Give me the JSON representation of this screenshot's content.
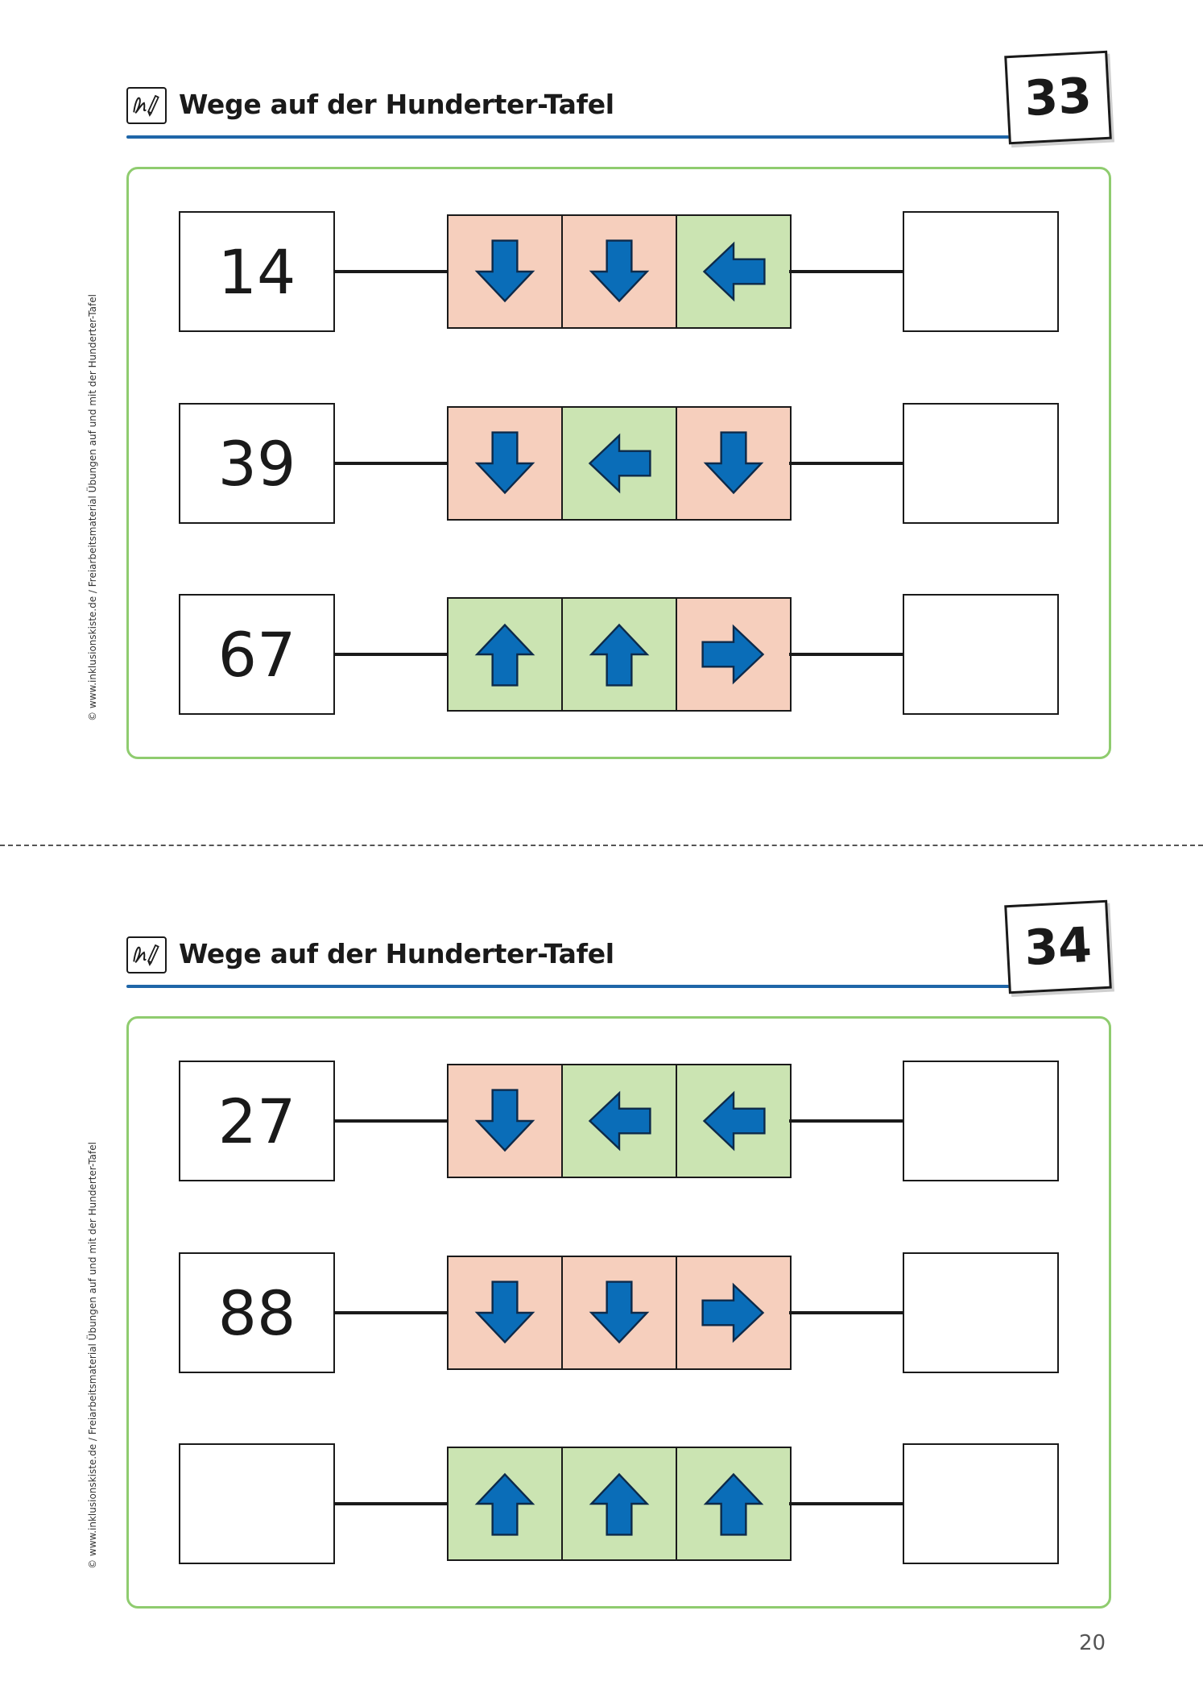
{
  "colors": {
    "down": "#f6cfbd",
    "left": "#cbe4b2",
    "up": "#cbe4b2",
    "right": "#f6cfbd",
    "arrow": "#0a6db8",
    "panel_border": "#8fcc6f",
    "rule": "#1f66a8"
  },
  "copyright": "© www.inklusionskiste.de / Freiarbeitsmaterial Übungen auf und mit der Hunderter-Tafel",
  "cards": [
    {
      "number": "33",
      "title": "Wege auf der Hunderter-Tafel",
      "rows": [
        {
          "start": "14",
          "end": "",
          "arrows": [
            "down",
            "down",
            "left"
          ]
        },
        {
          "start": "39",
          "end": "",
          "arrows": [
            "down",
            "left",
            "down"
          ]
        },
        {
          "start": "67",
          "end": "",
          "arrows": [
            "up",
            "up",
            "right"
          ]
        }
      ]
    },
    {
      "number": "34",
      "title": "Wege auf der Hunderter-Tafel",
      "rows": [
        {
          "start": "27",
          "end": "",
          "arrows": [
            "down",
            "left",
            "left"
          ]
        },
        {
          "start": "88",
          "end": "",
          "arrows": [
            "down",
            "down",
            "right"
          ]
        },
        {
          "start": "",
          "end": "",
          "arrows": [
            "up",
            "up",
            "up"
          ]
        }
      ]
    }
  ],
  "page_number": "20"
}
